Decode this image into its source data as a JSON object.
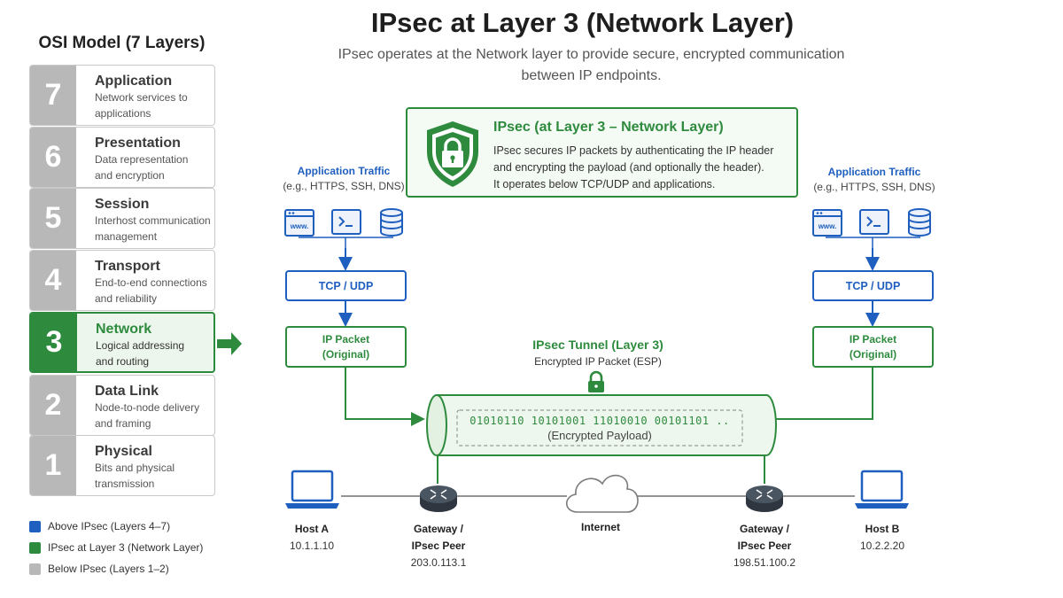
{
  "title": "IPsec at Layer 3 (Network Layer)",
  "subtitle_line1": "IPsec operates at the Network layer to provide secure, encrypted communication",
  "subtitle_line2": "between IP endpoints.",
  "osi": {
    "title": "OSI Model (7 Layers)",
    "layers": [
      {
        "num": "7",
        "name": "Application",
        "desc1": "Network services to",
        "desc2": "applications"
      },
      {
        "num": "6",
        "name": "Presentation",
        "desc1": "Data representation",
        "desc2": "and encryption"
      },
      {
        "num": "5",
        "name": "Session",
        "desc1": "Interhost communication",
        "desc2": "management"
      },
      {
        "num": "4",
        "name": "Transport",
        "desc1": "End-to-end connections",
        "desc2": "and reliability"
      },
      {
        "num": "3",
        "name": "Network",
        "desc1": "Logical addressing",
        "desc2": "and routing"
      },
      {
        "num": "2",
        "name": "Data Link",
        "desc1": "Node-to-node delivery",
        "desc2": "and framing"
      },
      {
        "num": "1",
        "name": "Physical",
        "desc1": "Bits and physical",
        "desc2": "transmission"
      }
    ]
  },
  "legend": [
    {
      "label": "Above IPsec (Layers 4–7)",
      "color": "#1f5fbf"
    },
    {
      "label": "IPsec at Layer 3 (Network Layer)",
      "color": "#2e8b3e"
    },
    {
      "label": "Below IPsec (Layers 1–2)",
      "color": "#b8b8b8"
    }
  ],
  "ipsec_box": {
    "title": "IPsec (at Layer 3 – Network Layer)",
    "desc1": "IPsec secures IP packets by authenticating the IP header",
    "desc2": "and encrypting the payload (and optionally the header).",
    "desc3": "It operates below TCP/UDP and applications."
  },
  "left_stack": {
    "app_title": "Application Traffic",
    "app_sub": "(e.g., HTTPS, SSH, DNS)",
    "www": "www.",
    "transport": "TCP / UDP",
    "ip1": "IP Packet",
    "ip2": "(Original)"
  },
  "right_stack": {
    "app_title": "Application Traffic",
    "app_sub": "(e.g., HTTPS, SSH, DNS)",
    "www": "www.",
    "transport": "TCP / UDP",
    "ip1": "IP Packet",
    "ip2": "(Original)"
  },
  "tunnel": {
    "title": "IPsec Tunnel (Layer 3)",
    "subtitle": "Encrypted IP Packet (ESP)",
    "bits": "01010110  10101001  11010010  00101101 ..",
    "payload": "(Encrypted Payload)"
  },
  "nodes": {
    "host_a": {
      "name": "Host A",
      "ip": "10.1.1.10"
    },
    "gw_a": {
      "name1": "Gateway /",
      "name2": "IPsec Peer",
      "ip": "203.0.113.1"
    },
    "internet": {
      "name": "Internet"
    },
    "gw_b": {
      "name1": "Gateway /",
      "name2": "IPsec Peer",
      "ip": "198.51.100.2"
    },
    "host_b": {
      "name": "Host B",
      "ip": "10.2.2.20"
    }
  },
  "colors": {
    "blue": "#1f5fbf",
    "green": "#2e8b3e",
    "gray": "#b8b8b8"
  }
}
